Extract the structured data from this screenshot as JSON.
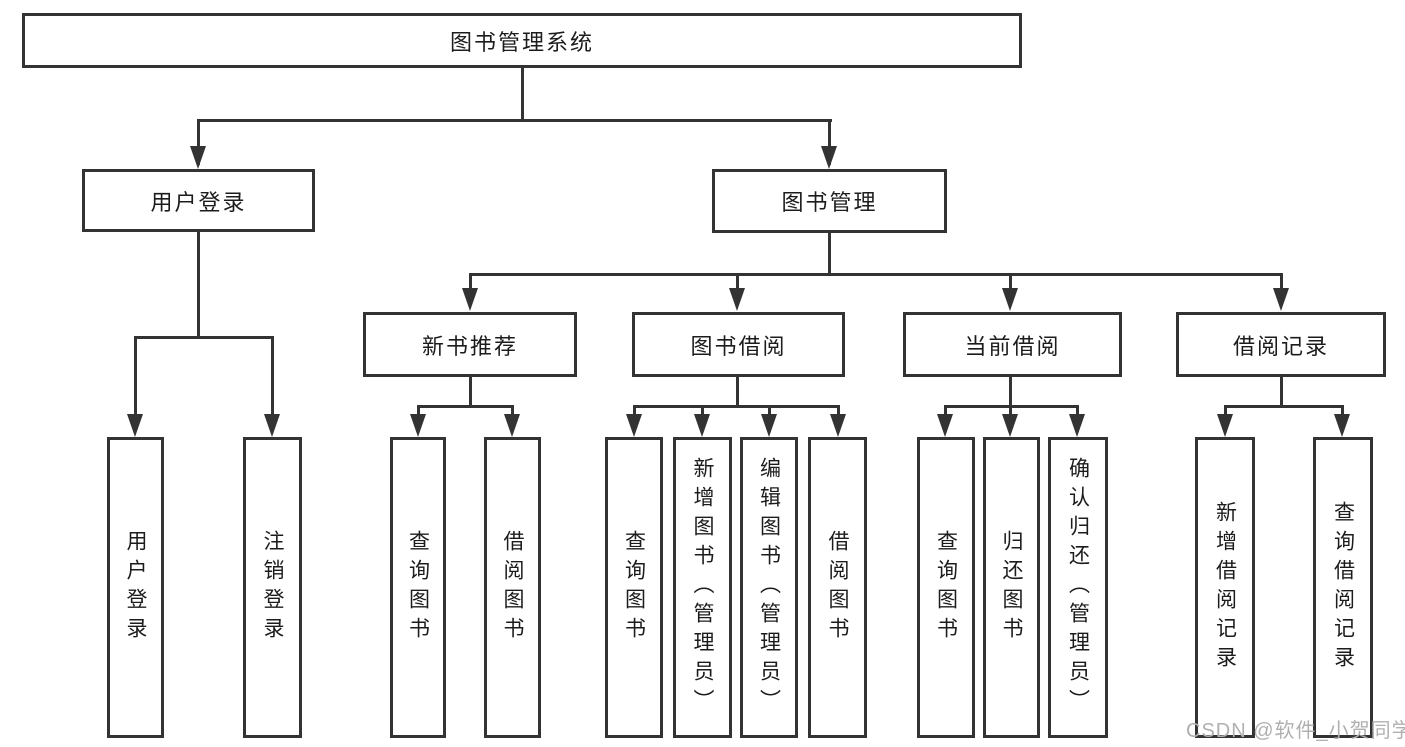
{
  "diagram_title": "图书管理系统",
  "watermark": "CSDN @软件_小贺同学",
  "colors": {
    "line": "#333333",
    "text": "#1c1c1c",
    "box_background": "#ffffff",
    "watermark": "#b0b0b0"
  },
  "tree": {
    "label": "图书管理系统",
    "children": [
      {
        "label": "用户登录",
        "children": [
          {
            "label": "用户登录"
          },
          {
            "label": "注销登录"
          }
        ]
      },
      {
        "label": "图书管理",
        "children": [
          {
            "label": "新书推荐",
            "children": [
              {
                "label": "查询图书"
              },
              {
                "label": "借阅图书"
              }
            ]
          },
          {
            "label": "图书借阅",
            "children": [
              {
                "label": "查询图书"
              },
              {
                "label": "新增图书（管理员）"
              },
              {
                "label": "编辑图书（管理员）"
              },
              {
                "label": "借阅图书"
              }
            ]
          },
          {
            "label": "当前借阅",
            "children": [
              {
                "label": "查询图书"
              },
              {
                "label": "归还图书"
              },
              {
                "label": "确认归还（管理员）"
              }
            ]
          },
          {
            "label": "借阅记录",
            "children": [
              {
                "label": "新增借阅记录"
              },
              {
                "label": "查询借阅记录"
              }
            ]
          }
        ]
      }
    ]
  }
}
